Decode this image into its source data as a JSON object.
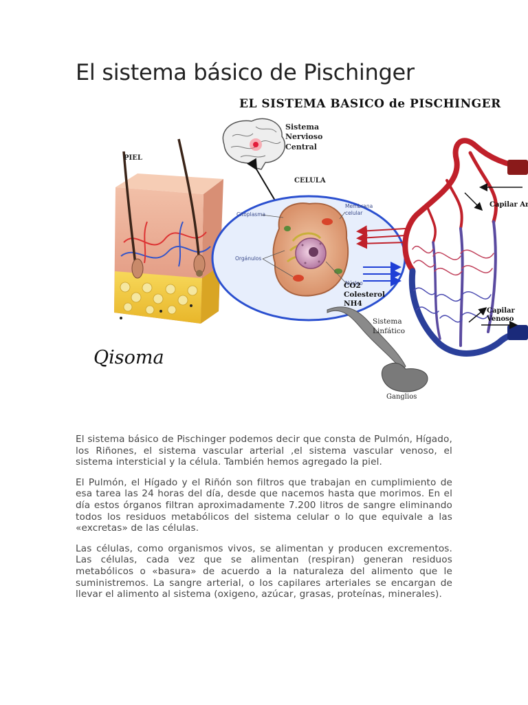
{
  "article": {
    "title": "El sistema básico de Pischinger",
    "paragraphs": [
      "El sistema básico de Pischinger podemos decir que consta de Pulmón, Hígado, los Riñones, el sistema vascular arterial ,el sistema vascular venoso, el sistema intersticial y la célula. También hemos agregado la piel.",
      "El Pulmón, el Hígado y el Riñón son filtros que trabajan en cumplimiento de esa tarea las 24 horas del día, desde que nacemos hasta que morimos. En el día estos órganos filtran aproximadamente 7.200 litros de sangre eliminando todos los residuos metabólicos del sistema celular o lo que equivale a las «excretas» de las células.",
      "Las células, como organismos vivos, se alimentan y producen excrementos. Las células, cada vez que se alimentan (respiran) generan residuos metabólicos o «basura» de acuerdo a la naturaleza del alimento que le suministremos. La sangre arterial, o los capilares arteriales se encargan de llevar el alimento al sistema (oxigeno, azúcar, grasas, proteínas, minerales)."
    ]
  },
  "figure": {
    "heading": "EL SISTEMA BASICO de PISCHINGER",
    "labels": {
      "skin": "PIEL",
      "nervous_1": "Sistema",
      "nervous_2": "Nervioso",
      "nervous_3": "Central",
      "cell": "CELULA",
      "cytoplasm": "Citoplasma",
      "membrane_1": "Membrana",
      "membrane_2": "celular",
      "organelles": "Orgánulos",
      "nucleus": "Núcleo",
      "co2": "CO2",
      "cholesterol": "Colesterol",
      "nh4": "NH4",
      "arterial": "Capilar Ar",
      "venous_1": "Capilar",
      "venous_2": "Venoso",
      "lymph_1": "Sistema",
      "lymph_2": "Linfático",
      "ganglia": "Ganglios",
      "logo": "Qisoma"
    },
    "colors": {
      "artery": "#c0202a",
      "vein": "#2a3f9a",
      "cell_ring": "#2a4fcf",
      "skin": "#e9a78f"
    }
  }
}
